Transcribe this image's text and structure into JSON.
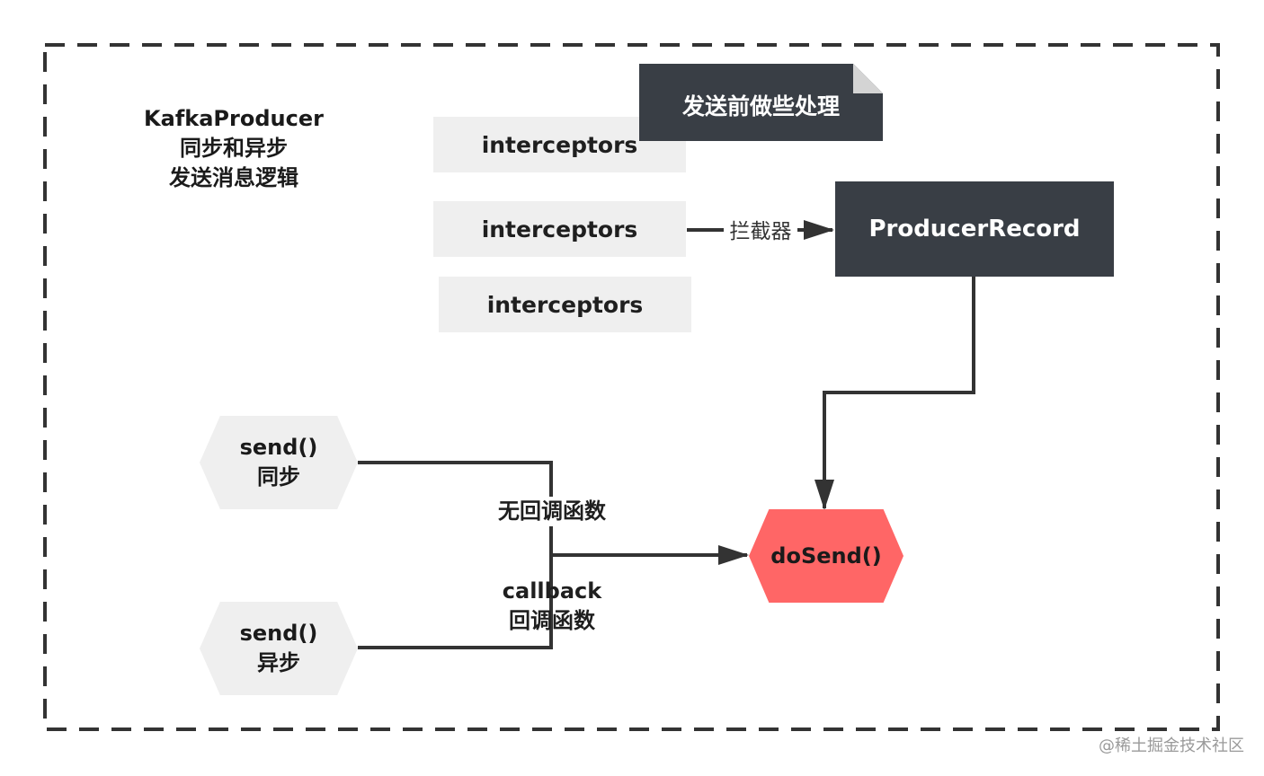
{
  "title": {
    "line1": "KafkaProducer",
    "line2": "同步和异步",
    "line3": "发送消息逻辑"
  },
  "note": {
    "text": "发送前做些处理"
  },
  "interceptors": [
    {
      "label": "interceptors"
    },
    {
      "label": "interceptors"
    },
    {
      "label": "interceptors"
    }
  ],
  "edge_labels": {
    "interceptor": "拦截器",
    "no_callback": "无回调函数",
    "callback_line1": "callback",
    "callback_line2": "回调函数"
  },
  "producer_record": {
    "label": "ProducerRecord"
  },
  "send_sync": {
    "line1": "send()",
    "line2": "同步"
  },
  "send_async": {
    "line1": "send()",
    "line2": "异步"
  },
  "do_send": {
    "label": "doSend()"
  },
  "watermark": "@稀土掘金技术社区",
  "colors": {
    "dark_node": "#393e45",
    "light_node": "#efefef",
    "highlight_node": "#ff6666",
    "connector": "#333333",
    "frame_border": "#333333"
  }
}
